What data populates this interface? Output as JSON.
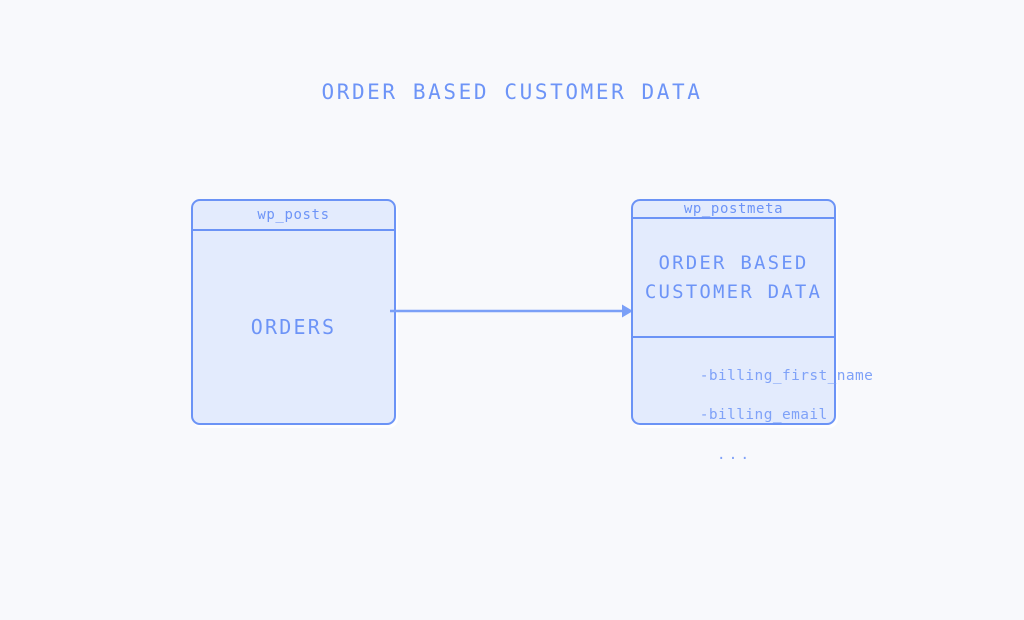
{
  "diagram": {
    "title": "ORDER BASED CUSTOMER DATA",
    "background_color": "#f8f9fc",
    "accent_color": "#6b93f6",
    "fill_color": "#e3ebfd",
    "text_color": "#6d94f7",
    "entities": [
      {
        "id": "wp_posts",
        "header": "wp_posts",
        "body_lines": [
          "ORDERS"
        ],
        "footer_lines": []
      },
      {
        "id": "wp_postmeta",
        "header": "wp_postmeta",
        "body_lines": [
          "ORDER BASED",
          "CUSTOMER DATA"
        ],
        "footer_lines": [
          "-billing_first_name",
          "-billing_email"
        ],
        "footer_ellipsis": "..."
      }
    ],
    "connector": {
      "from": "wp_posts",
      "to": "wp_postmeta",
      "label": "",
      "direction": "right",
      "arrow_icon": "arrow-right-icon"
    }
  }
}
